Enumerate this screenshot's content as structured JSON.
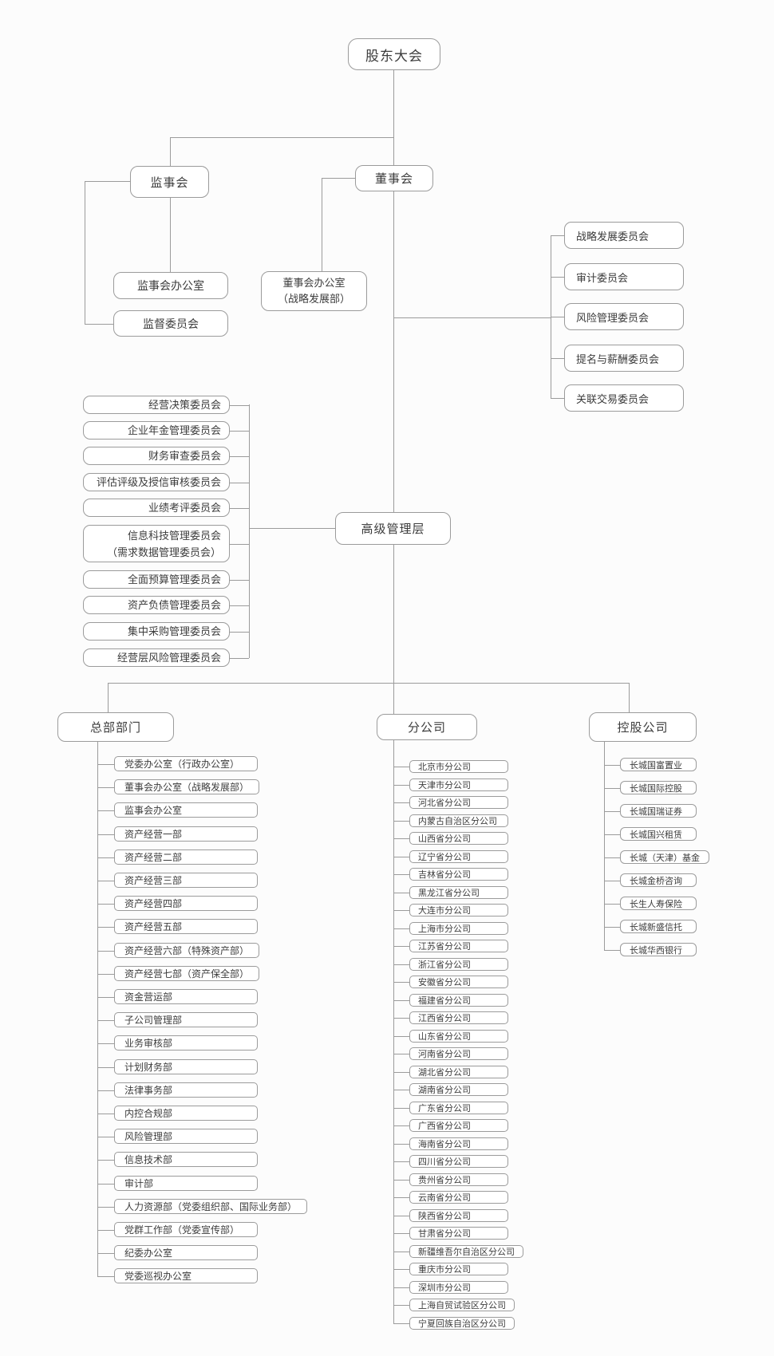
{
  "colors": {
    "background": "#fcfcfc",
    "line": "#9b9b9b",
    "border": "#9b9b9b",
    "text": "#3c3c3c"
  },
  "nodes": {
    "shareholders": "股东大会",
    "supervisory_board": "监事会",
    "board": "董事会",
    "supervisory_office": "监事会办公室",
    "supervision_committee": "监督委员会",
    "board_office_line1": "董事会办公室",
    "board_office_line2": "（战略发展部）",
    "senior_management": "高级管理层"
  },
  "board_committees": [
    "战略发展委员会",
    "审计委员会",
    "风险管理委员会",
    "提名与薪酬委员会",
    "关联交易委员会"
  ],
  "management_committees": [
    "经营决策委员会",
    "企业年金管理委员会",
    "财务审查委员会",
    "评估评级及授信审核委员会",
    "业绩考评委员会",
    "信息科技管理委员会\n（需求数据管理委员会）",
    "全面预算管理委员会",
    "资产负债管理委员会",
    "集中采购管理委员会",
    "经营层风险管理委员会"
  ],
  "groups": {
    "headquarters": {
      "label": "总部部门",
      "items": [
        "党委办公室（行政办公室）",
        "董事会办公室（战略发展部）",
        "监事会办公室",
        "资产经营一部",
        "资产经营二部",
        "资产经营三部",
        "资产经营四部",
        "资产经营五部",
        "资产经营六部（特殊资产部）",
        "资产经营七部（资产保全部）",
        "资金营运部",
        "子公司管理部",
        "业务审核部",
        "计划财务部",
        "法律事务部",
        "内控合规部",
        "风险管理部",
        "信息技术部",
        "审计部",
        "人力资源部（党委组织部、国际业务部）",
        "党群工作部（党委宣传部）",
        "纪委办公室",
        "党委巡视办公室"
      ]
    },
    "branches": {
      "label": "分公司",
      "items": [
        "北京市分公司",
        "天津市分公司",
        "河北省分公司",
        "内蒙古自治区分公司",
        "山西省分公司",
        "辽宁省分公司",
        "吉林省分公司",
        "黑龙江省分公司",
        "大连市分公司",
        "上海市分公司",
        "江苏省分公司",
        "浙江省分公司",
        "安徽省分公司",
        "福建省分公司",
        "江西省分公司",
        "山东省分公司",
        "河南省分公司",
        "湖北省分公司",
        "湖南省分公司",
        "广东省分公司",
        "广西省分公司",
        "海南省分公司",
        "四川省分公司",
        "贵州省分公司",
        "云南省分公司",
        "陕西省分公司",
        "甘肃省分公司",
        "新疆维吾尔自治区分公司",
        "重庆市分公司",
        "深圳市分公司",
        "上海自贸试验区分公司",
        "宁夏回族自治区分公司"
      ]
    },
    "subsidiaries": {
      "label": "控股公司",
      "items": [
        "长城国富置业",
        "长城国际控股",
        "长城国瑞证券",
        "长城国兴租赁",
        "长城（天津）基金",
        "长城金桥咨询",
        "长生人寿保险",
        "长城新盛信托",
        "长城华西银行"
      ]
    }
  }
}
